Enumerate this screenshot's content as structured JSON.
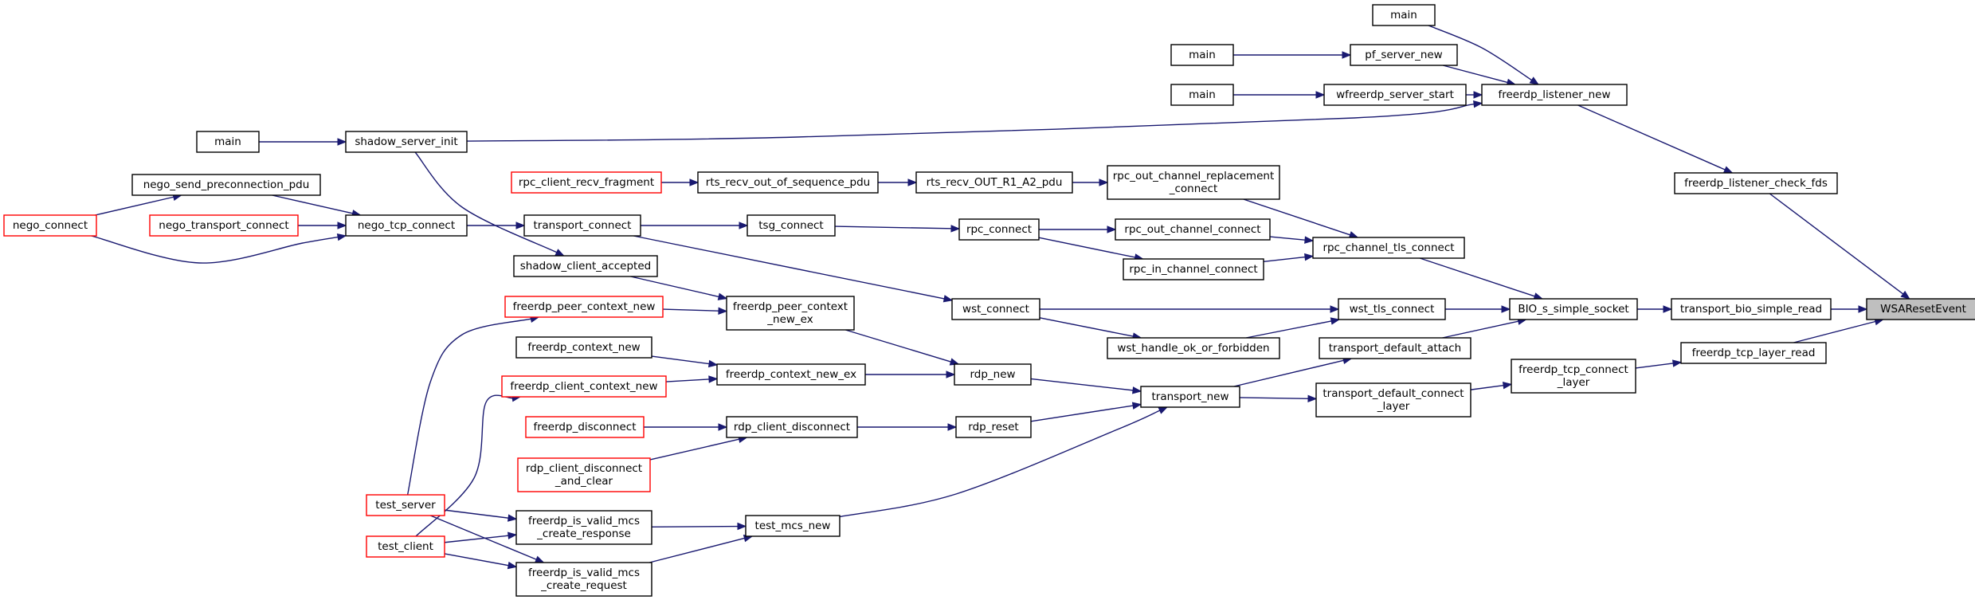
{
  "nodes": [
    {
      "id": "WSAResetEvent",
      "lines": [
        "WSAResetEvent"
      ],
      "style": "focus"
    },
    {
      "id": "freerdp_listener_check_fds",
      "lines": [
        "freerdp_listener_check_fds"
      ],
      "style": "normal"
    },
    {
      "id": "freerdp_listener_new",
      "lines": [
        "freerdp_listener_new"
      ],
      "style": "normal"
    },
    {
      "id": "main_1",
      "lines": [
        "main"
      ],
      "style": "normal"
    },
    {
      "id": "main_2",
      "lines": [
        "main"
      ],
      "style": "normal"
    },
    {
      "id": "main_3",
      "lines": [
        "main"
      ],
      "style": "normal"
    },
    {
      "id": "main_4",
      "lines": [
        "main"
      ],
      "style": "normal"
    },
    {
      "id": "pf_server_new",
      "lines": [
        "pf_server_new"
      ],
      "style": "normal"
    },
    {
      "id": "wfreerdp_server_start",
      "lines": [
        "wfreerdp_server_start"
      ],
      "style": "normal"
    },
    {
      "id": "shadow_server_init",
      "lines": [
        "shadow_server_init"
      ],
      "style": "normal"
    },
    {
      "id": "nego_send_preconnection_pdu",
      "lines": [
        "nego_send_preconnection_pdu"
      ],
      "style": "normal"
    },
    {
      "id": "nego_connect",
      "lines": [
        "nego_connect"
      ],
      "style": "red"
    },
    {
      "id": "nego_transport_connect",
      "lines": [
        "nego_transport_connect"
      ],
      "style": "red"
    },
    {
      "id": "nego_tcp_connect",
      "lines": [
        "nego_tcp_connect"
      ],
      "style": "normal"
    },
    {
      "id": "rpc_client_recv_fragment",
      "lines": [
        "rpc_client_recv_fragment"
      ],
      "style": "red"
    },
    {
      "id": "rts_recv_out_of_sequence_pdu",
      "lines": [
        "rts_recv_out_of_sequence_pdu"
      ],
      "style": "normal"
    },
    {
      "id": "rts_recv_OUT_R1_A2_pdu",
      "lines": [
        "rts_recv_OUT_R1_A2_pdu"
      ],
      "style": "normal"
    },
    {
      "id": "rpc_out_channel_replacement_connect",
      "lines": [
        "rpc_out_channel_replacement",
        "_connect"
      ],
      "style": "normal"
    },
    {
      "id": "transport_connect",
      "lines": [
        "transport_connect"
      ],
      "style": "normal"
    },
    {
      "id": "tsg_connect",
      "lines": [
        "tsg_connect"
      ],
      "style": "normal"
    },
    {
      "id": "rpc_connect",
      "lines": [
        "rpc_connect"
      ],
      "style": "normal"
    },
    {
      "id": "rpc_out_channel_connect",
      "lines": [
        "rpc_out_channel_connect"
      ],
      "style": "normal"
    },
    {
      "id": "rpc_in_channel_connect",
      "lines": [
        "rpc_in_channel_connect"
      ],
      "style": "normal"
    },
    {
      "id": "rpc_channel_tls_connect",
      "lines": [
        "rpc_channel_tls_connect"
      ],
      "style": "normal"
    },
    {
      "id": "shadow_client_accepted",
      "lines": [
        "shadow_client_accepted"
      ],
      "style": "normal"
    },
    {
      "id": "freerdp_peer_context_new",
      "lines": [
        "freerdp_peer_context_new"
      ],
      "style": "red"
    },
    {
      "id": "freerdp_peer_context_new_ex",
      "lines": [
        "freerdp_peer_context",
        "_new_ex"
      ],
      "style": "normal"
    },
    {
      "id": "wst_connect",
      "lines": [
        "wst_connect"
      ],
      "style": "normal"
    },
    {
      "id": "wst_tls_connect",
      "lines": [
        "wst_tls_connect"
      ],
      "style": "normal"
    },
    {
      "id": "wst_handle_ok_or_forbidden",
      "lines": [
        "wst_handle_ok_or_forbidden"
      ],
      "style": "normal"
    },
    {
      "id": "BIO_s_simple_socket",
      "lines": [
        "BIO_s_simple_socket"
      ],
      "style": "normal"
    },
    {
      "id": "transport_bio_simple_read",
      "lines": [
        "transport_bio_simple_read"
      ],
      "style": "normal"
    },
    {
      "id": "freerdp_context_new",
      "lines": [
        "freerdp_context_new"
      ],
      "style": "normal"
    },
    {
      "id": "freerdp_context_new_ex",
      "lines": [
        "freerdp_context_new_ex"
      ],
      "style": "normal"
    },
    {
      "id": "freerdp_client_context_new",
      "lines": [
        "freerdp_client_context_new"
      ],
      "style": "red"
    },
    {
      "id": "rdp_new",
      "lines": [
        "rdp_new"
      ],
      "style": "normal"
    },
    {
      "id": "transport_default_attach",
      "lines": [
        "transport_default_attach"
      ],
      "style": "normal"
    },
    {
      "id": "freerdp_tcp_layer_read",
      "lines": [
        "freerdp_tcp_layer_read"
      ],
      "style": "normal"
    },
    {
      "id": "freerdp_tcp_connect_layer",
      "lines": [
        "freerdp_tcp_connect",
        "_layer"
      ],
      "style": "normal"
    },
    {
      "id": "transport_new",
      "lines": [
        "transport_new"
      ],
      "style": "normal"
    },
    {
      "id": "transport_default_connect_layer",
      "lines": [
        "transport_default_connect",
        "_layer"
      ],
      "style": "normal"
    },
    {
      "id": "freerdp_disconnect",
      "lines": [
        "freerdp_disconnect"
      ],
      "style": "red"
    },
    {
      "id": "rdp_client_disconnect",
      "lines": [
        "rdp_client_disconnect"
      ],
      "style": "normal"
    },
    {
      "id": "rdp_reset",
      "lines": [
        "rdp_reset"
      ],
      "style": "normal"
    },
    {
      "id": "rdp_client_disconnect_and_clear",
      "lines": [
        "rdp_client_disconnect",
        "_and_clear"
      ],
      "style": "red"
    },
    {
      "id": "test_server",
      "lines": [
        "test_server"
      ],
      "style": "red"
    },
    {
      "id": "test_client",
      "lines": [
        "test_client"
      ],
      "style": "red"
    },
    {
      "id": "freerdp_is_valid_mcs_create_response",
      "lines": [
        "freerdp_is_valid_mcs",
        "_create_response"
      ],
      "style": "normal"
    },
    {
      "id": "freerdp_is_valid_mcs_create_request",
      "lines": [
        "freerdp_is_valid_mcs",
        "_create_request"
      ],
      "style": "normal"
    },
    {
      "id": "test_mcs_new",
      "lines": [
        "test_mcs_new"
      ],
      "style": "normal"
    }
  ],
  "edges": [
    {
      "from": "freerdp_listener_check_fds",
      "to": "WSAResetEvent"
    },
    {
      "from": "transport_bio_simple_read",
      "to": "WSAResetEvent"
    },
    {
      "from": "freerdp_tcp_layer_read",
      "to": "WSAResetEvent"
    },
    {
      "from": "freerdp_listener_new",
      "to": "freerdp_listener_check_fds"
    },
    {
      "from": "main_1",
      "to": "freerdp_listener_new"
    },
    {
      "from": "pf_server_new",
      "to": "freerdp_listener_new"
    },
    {
      "from": "wfreerdp_server_start",
      "to": "freerdp_listener_new"
    },
    {
      "from": "shadow_server_init",
      "to": "freerdp_listener_new"
    },
    {
      "from": "main_2",
      "to": "pf_server_new"
    },
    {
      "from": "main_3",
      "to": "wfreerdp_server_start"
    },
    {
      "from": "main_4",
      "to": "shadow_server_init"
    },
    {
      "from": "shadow_server_init",
      "to": "shadow_client_accepted"
    },
    {
      "from": "BIO_s_simple_socket",
      "to": "transport_bio_simple_read"
    },
    {
      "from": "rpc_channel_tls_connect",
      "to": "BIO_s_simple_socket"
    },
    {
      "from": "wst_tls_connect",
      "to": "BIO_s_simple_socket"
    },
    {
      "from": "transport_default_attach",
      "to": "BIO_s_simple_socket"
    },
    {
      "from": "rpc_out_channel_replacement_connect",
      "to": "rpc_channel_tls_connect"
    },
    {
      "from": "rpc_out_channel_connect",
      "to": "rpc_channel_tls_connect"
    },
    {
      "from": "rpc_in_channel_connect",
      "to": "rpc_channel_tls_connect"
    },
    {
      "from": "rts_recv_OUT_R1_A2_pdu",
      "to": "rpc_out_channel_replacement_connect"
    },
    {
      "from": "rts_recv_out_of_sequence_pdu",
      "to": "rts_recv_OUT_R1_A2_pdu"
    },
    {
      "from": "rpc_client_recv_fragment",
      "to": "rts_recv_out_of_sequence_pdu"
    },
    {
      "from": "rpc_connect",
      "to": "rpc_out_channel_connect"
    },
    {
      "from": "rpc_connect",
      "to": "rpc_in_channel_connect"
    },
    {
      "from": "tsg_connect",
      "to": "rpc_connect"
    },
    {
      "from": "transport_connect",
      "to": "tsg_connect"
    },
    {
      "from": "transport_connect",
      "to": "wst_connect"
    },
    {
      "from": "nego_tcp_connect",
      "to": "transport_connect"
    },
    {
      "from": "nego_send_preconnection_pdu",
      "to": "nego_tcp_connect"
    },
    {
      "from": "nego_transport_connect",
      "to": "nego_tcp_connect"
    },
    {
      "from": "nego_connect",
      "to": "nego_tcp_connect"
    },
    {
      "from": "nego_connect",
      "to": "nego_send_preconnection_pdu"
    },
    {
      "from": "wst_connect",
      "to": "wst_tls_connect"
    },
    {
      "from": "wst_connect",
      "to": "wst_handle_ok_or_forbidden"
    },
    {
      "from": "wst_handle_ok_or_forbidden",
      "to": "wst_tls_connect"
    },
    {
      "from": "freerdp_tcp_connect_layer",
      "to": "freerdp_tcp_layer_read"
    },
    {
      "from": "transport_default_connect_layer",
      "to": "freerdp_tcp_connect_layer"
    },
    {
      "from": "transport_new",
      "to": "transport_default_attach"
    },
    {
      "from": "transport_new",
      "to": "transport_default_connect_layer"
    },
    {
      "from": "rdp_new",
      "to": "transport_new"
    },
    {
      "from": "rdp_reset",
      "to": "transport_new"
    },
    {
      "from": "test_mcs_new",
      "to": "transport_new"
    },
    {
      "from": "freerdp_peer_context_new_ex",
      "to": "rdp_new"
    },
    {
      "from": "freerdp_context_new_ex",
      "to": "rdp_new"
    },
    {
      "from": "shadow_client_accepted",
      "to": "freerdp_peer_context_new_ex"
    },
    {
      "from": "freerdp_peer_context_new",
      "to": "freerdp_peer_context_new_ex"
    },
    {
      "from": "freerdp_context_new",
      "to": "freerdp_context_new_ex"
    },
    {
      "from": "freerdp_client_context_new",
      "to": "freerdp_context_new_ex"
    },
    {
      "from": "rdp_client_disconnect",
      "to": "rdp_reset"
    },
    {
      "from": "freerdp_disconnect",
      "to": "rdp_client_disconnect"
    },
    {
      "from": "rdp_client_disconnect_and_clear",
      "to": "rdp_client_disconnect"
    },
    {
      "from": "test_server",
      "to": "freerdp_peer_context_new"
    },
    {
      "from": "test_client",
      "to": "freerdp_client_context_new"
    },
    {
      "from": "test_server",
      "to": "freerdp_is_valid_mcs_create_response"
    },
    {
      "from": "test_server",
      "to": "freerdp_is_valid_mcs_create_request"
    },
    {
      "from": "test_client",
      "to": "freerdp_is_valid_mcs_create_response"
    },
    {
      "from": "test_client",
      "to": "freerdp_is_valid_mcs_create_request"
    },
    {
      "from": "freerdp_is_valid_mcs_create_response",
      "to": "test_mcs_new"
    },
    {
      "from": "freerdp_is_valid_mcs_create_request",
      "to": "test_mcs_new"
    }
  ]
}
